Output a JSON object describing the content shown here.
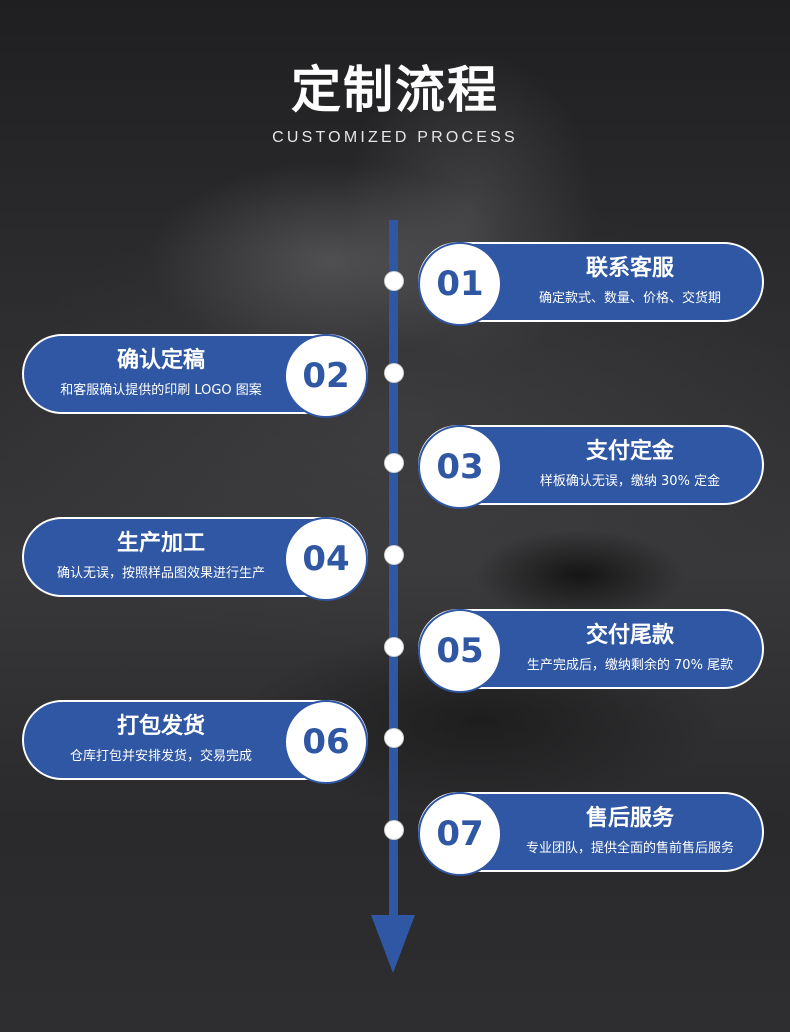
{
  "header": {
    "title": "定制流程",
    "subtitle": "CUSTOMIZED PROCESS"
  },
  "colors": {
    "accent": "#2f57a3",
    "background": "#2a2a2c",
    "circle": "#ffffff"
  },
  "steps": [
    {
      "number": "01",
      "title": "联系客服",
      "desc": "确定款式、数量、价格、交货期"
    },
    {
      "number": "02",
      "title": "确认定稿",
      "desc": "和客服确认提供的印刷 LOGO 图案"
    },
    {
      "number": "03",
      "title": "支付定金",
      "desc": "样板确认无误，缴纳 30% 定金"
    },
    {
      "number": "04",
      "title": "生产加工",
      "desc": "确认无误，按照样品图效果进行生产"
    },
    {
      "number": "05",
      "title": "交付尾款",
      "desc": "生产完成后，缴纳剩余的 70% 尾款"
    },
    {
      "number": "06",
      "title": "打包发货",
      "desc": "仓库打包并安排发货，交易完成"
    },
    {
      "number": "07",
      "title": "售后服务",
      "desc": "专业团队，提供全面的售前售后服务"
    }
  ]
}
